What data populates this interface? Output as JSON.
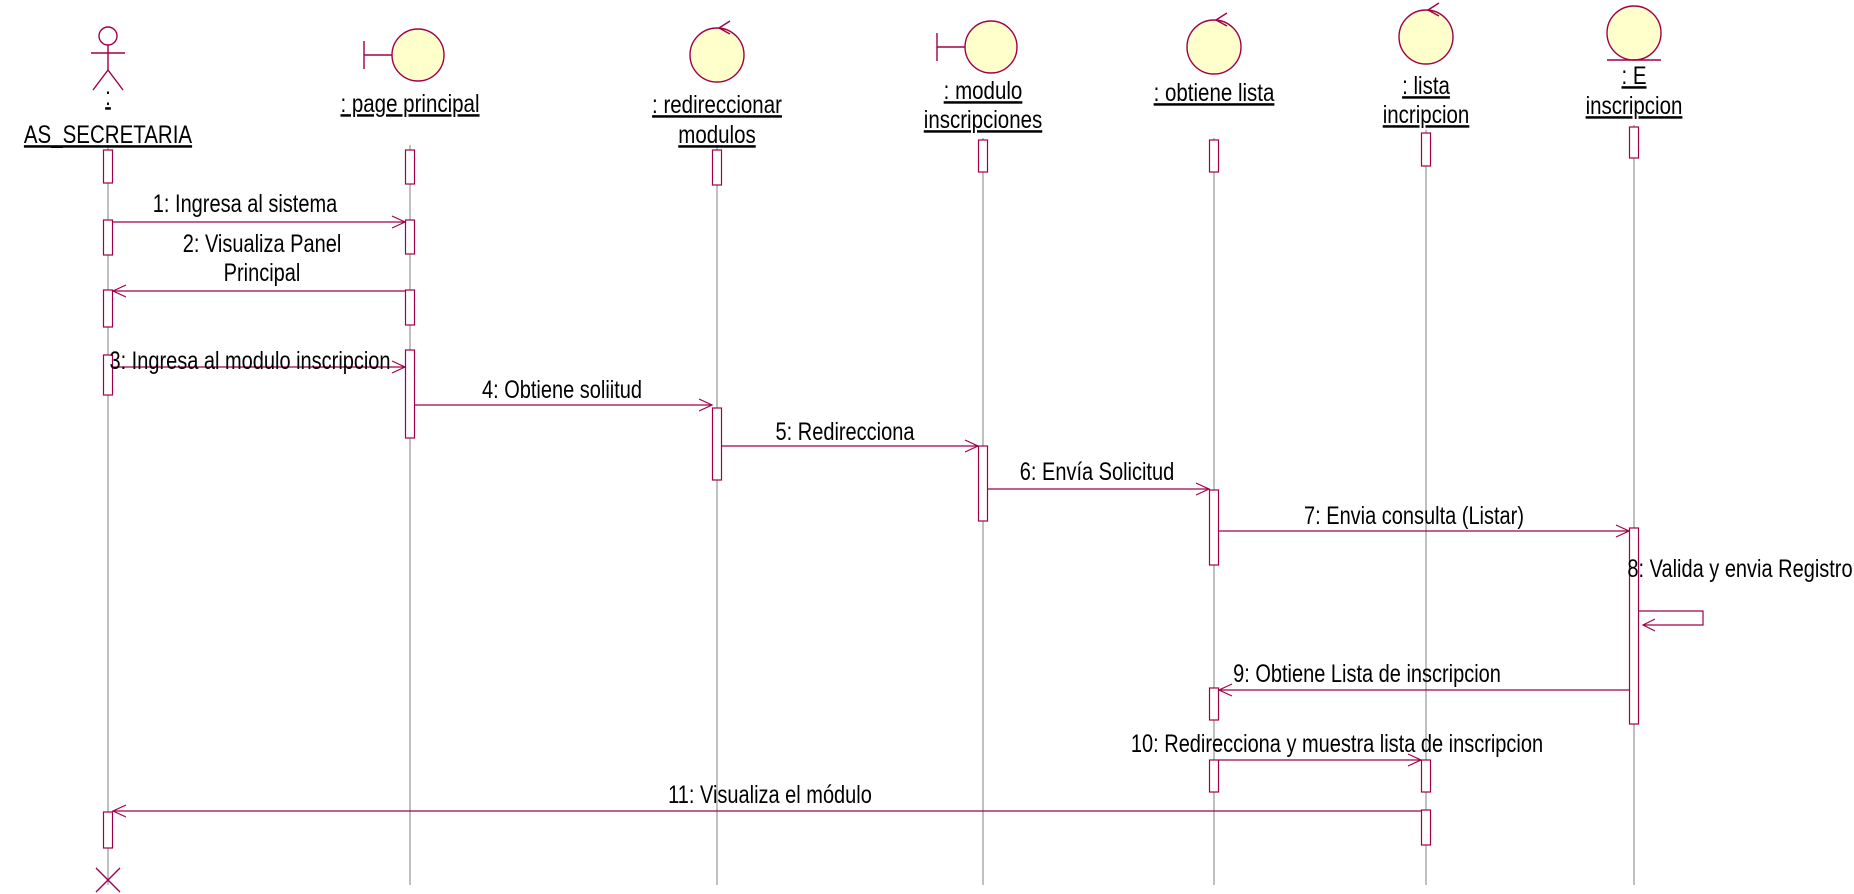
{
  "colors": {
    "line": "#a0004a",
    "lifeline": "#808080",
    "icon_fill": "#ffffcc",
    "icon_stroke": "#a0004a"
  },
  "participants": [
    {
      "id": "actor",
      "kind": "actor",
      "label": [
        ":",
        "AS_SECRETARIA"
      ]
    },
    {
      "id": "page",
      "kind": "boundary",
      "label": [
        ": page principal"
      ]
    },
    {
      "id": "redir",
      "kind": "control",
      "label": [
        ": redireccionar",
        "modulos"
      ]
    },
    {
      "id": "modulo",
      "kind": "boundary",
      "label": [
        ": modulo",
        "inscripciones"
      ]
    },
    {
      "id": "obtiene",
      "kind": "control",
      "label": [
        ": obtiene lista"
      ]
    },
    {
      "id": "lista",
      "kind": "control",
      "label": [
        ": lista",
        "incripcion"
      ]
    },
    {
      "id": "entity",
      "kind": "entity",
      "label": [
        ": E",
        "inscripcion"
      ]
    }
  ],
  "messages": [
    {
      "from": "actor",
      "to": "page",
      "label": [
        "1: Ingresa al sistema"
      ]
    },
    {
      "from": "page",
      "to": "actor",
      "label": [
        "2: Visualiza Panel",
        "Principal"
      ]
    },
    {
      "from": "actor",
      "to": "page",
      "label": [
        "3: Ingresa al modulo inscripcion"
      ]
    },
    {
      "from": "page",
      "to": "redir",
      "label": [
        "4: Obtiene soliitud"
      ]
    },
    {
      "from": "redir",
      "to": "modulo",
      "label": [
        "5: Redirecciona"
      ]
    },
    {
      "from": "modulo",
      "to": "obtiene",
      "label": [
        "6: Envía Solicitud"
      ]
    },
    {
      "from": "obtiene",
      "to": "entity",
      "label": [
        "7: Envia consulta (Listar)"
      ]
    },
    {
      "from": "entity",
      "to": "entity",
      "label": [
        "8: Valida y envia Registro"
      ]
    },
    {
      "from": "entity",
      "to": "obtiene",
      "label": [
        "9: Obtiene Lista de inscripcion"
      ]
    },
    {
      "from": "obtiene",
      "to": "lista",
      "label": [
        "10: Redirecciona y muestra lista de inscripcion"
      ]
    },
    {
      "from": "lista",
      "to": "actor",
      "label": [
        "11: Visualiza el módulo"
      ]
    }
  ]
}
